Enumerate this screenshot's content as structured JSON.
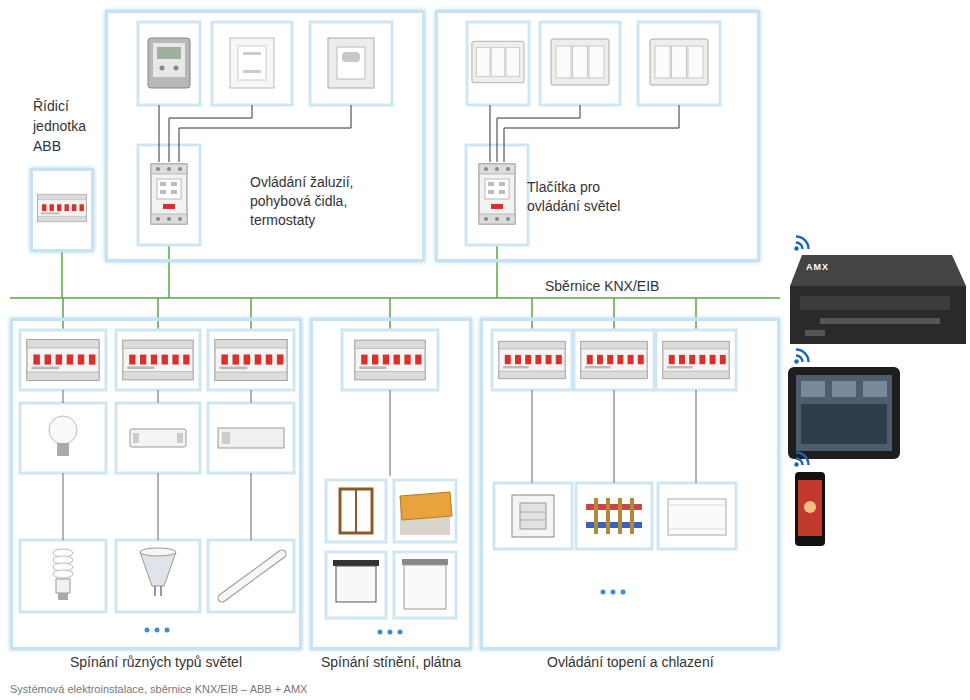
{
  "diagram": {
    "caption": "Systémová elektroinstalace, sběrnice KNX/EIB – ABB + AMX",
    "nodes": [
      {
        "text": [
          "Řídicí jednotka ABB"
        ]
      },
      {
        "text": [
          "Ovládání žaluzií, pohybová čidla, termostaty"
        ]
      },
      {
        "text": [
          "Tlačítka pro ovládání světel"
        ]
      },
      {
        "text": [
          "Spínání různých typů světel"
        ]
      },
      {
        "text": [
          "Spínání stínění, plátna"
        ]
      },
      {
        "text": [
          "Ovládání topení a chlazení"
        ]
      }
    ],
    "labels": [
      "Sběrnice KNX/EIB",
      "AMX"
    ]
  }
}
